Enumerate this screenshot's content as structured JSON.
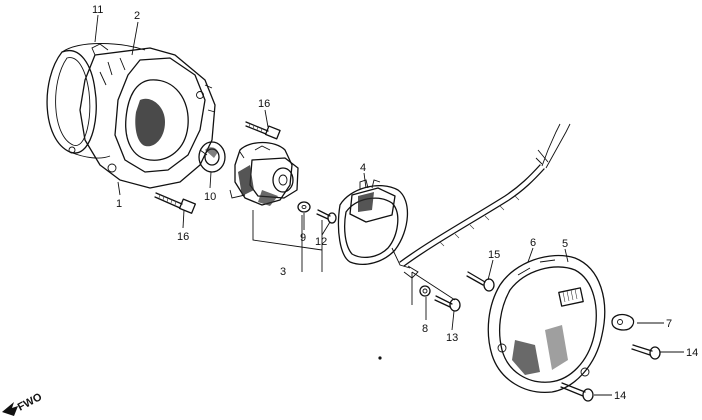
{
  "diagram": {
    "direction_label": "FWO",
    "callouts": [
      {
        "id": "c11",
        "text": "11"
      },
      {
        "id": "c2",
        "text": "2"
      },
      {
        "id": "c1",
        "text": "1"
      },
      {
        "id": "c16a",
        "text": "16"
      },
      {
        "id": "c16b",
        "text": "16"
      },
      {
        "id": "c10",
        "text": "10"
      },
      {
        "id": "c3",
        "text": "3"
      },
      {
        "id": "c9",
        "text": "9"
      },
      {
        "id": "c12",
        "text": "12"
      },
      {
        "id": "c4",
        "text": "4"
      },
      {
        "id": "c6",
        "text": "6"
      },
      {
        "id": "c5",
        "text": "5"
      },
      {
        "id": "c15",
        "text": "15"
      },
      {
        "id": "c8",
        "text": "8"
      },
      {
        "id": "c13",
        "text": "13"
      },
      {
        "id": "c7",
        "text": "7"
      },
      {
        "id": "c14a",
        "text": "14"
      },
      {
        "id": "c14b",
        "text": "14"
      }
    ]
  }
}
